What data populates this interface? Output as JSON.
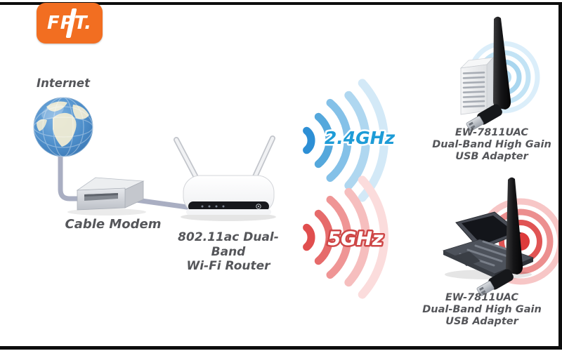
{
  "page": {
    "background": "#FFFFFF",
    "border_color": "#0D0D0D",
    "text_color": "#55565A"
  },
  "logo": {
    "text": "FPT.",
    "bg_color": "#F26E21",
    "text_color": "#FFFFFF"
  },
  "internet": {
    "label": "Internet"
  },
  "modem": {
    "label": "Cable Modem"
  },
  "router": {
    "label_line1": "802.11ac Dual-Band",
    "label_line2": "Wi-Fi Router"
  },
  "signals": {
    "band24": {
      "label": "2.4GHz",
      "text_color": "#1E9CD7",
      "outline_color": "#FFFFFF",
      "arc_colors": [
        "#2D8FD5",
        "#55A8DC",
        "#84C1E8",
        "#AFD7F0",
        "#D3E9F7"
      ]
    },
    "band5": {
      "label": "5GHz",
      "text_color": "#FFFFFF",
      "outline_color": "#CE4747",
      "arc_colors": [
        "#E04E4E",
        "#E66B6B",
        "#EF9595",
        "#F6BEBE",
        "#FBDCDC"
      ]
    }
  },
  "adapters": {
    "top": {
      "line1": "EW-7811UAC",
      "line2": "Dual-Band High Gain",
      "line3": "USB Adapter",
      "ripple_colors": [
        "#B7DDF3",
        "#A9D6EF",
        "#C2E3F5",
        "#DBEEFA"
      ]
    },
    "bottom": {
      "line1": "EW-7811UAC",
      "line2": "Dual-Band High Gain",
      "line3": "USB Adapter",
      "ripple_colors": [
        "#DD3B3B",
        "#E05454",
        "#EC8F8F",
        "#F7C6C6"
      ]
    }
  }
}
